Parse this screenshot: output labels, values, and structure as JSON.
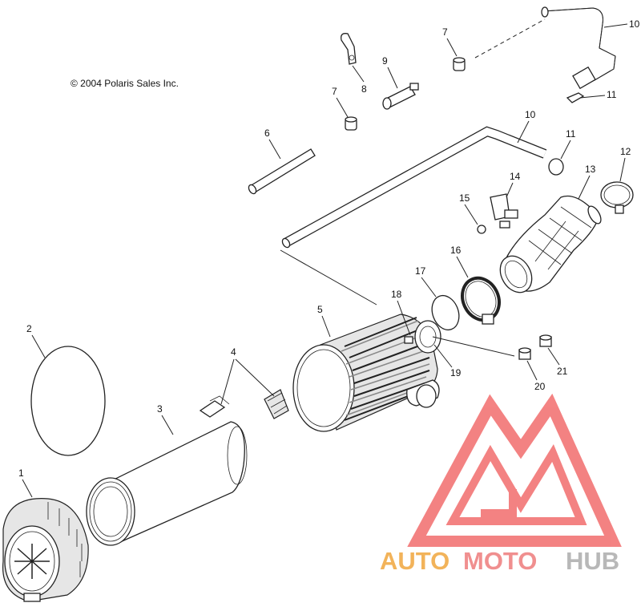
{
  "copyright": "© 2004 Polaris Sales Inc.",
  "callouts": [
    "1",
    "2",
    "3",
    "4",
    "5",
    "6",
    "7",
    "7",
    "8",
    "9",
    "10",
    "10",
    "11",
    "11",
    "12",
    "13",
    "14",
    "15",
    "16",
    "17",
    "18",
    "19",
    "20",
    "21"
  ],
  "watermark": {
    "part1": "AUTO",
    "part2": "MOTO",
    "part3": "HUB",
    "color_auto": "#f2b35a",
    "color_moto": "#f08f8f",
    "color_hub": "#bdbdbd",
    "logo_color": "#f26d6d"
  }
}
